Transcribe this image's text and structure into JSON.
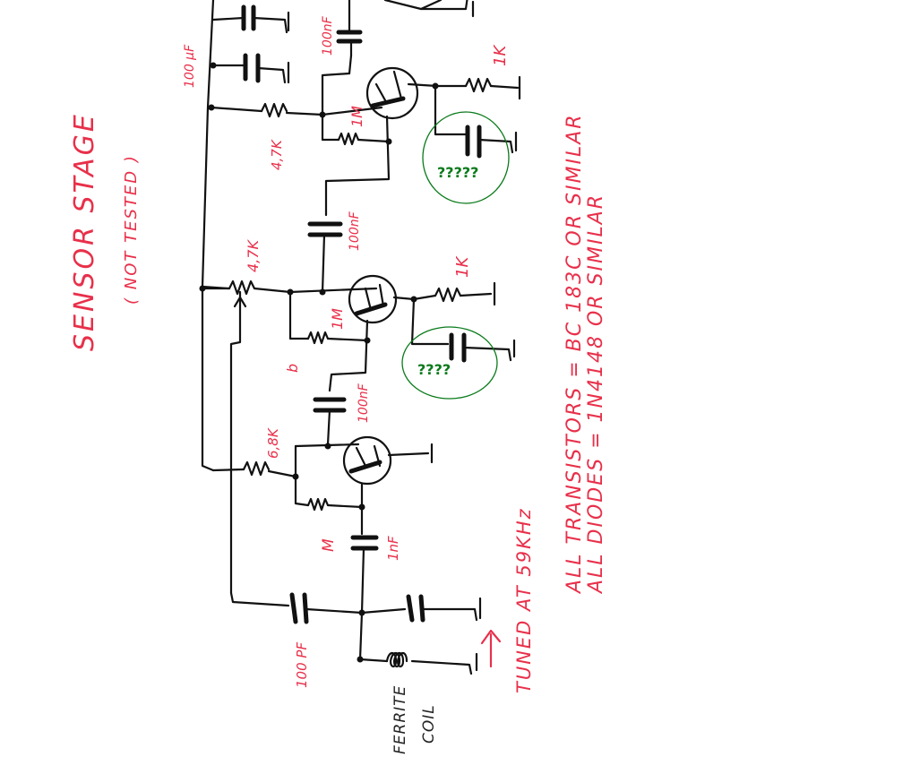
{
  "title": "SENSOR STAGE",
  "subtitle": "( NOT TESTED )",
  "labels": {
    "c_top": "100 µF",
    "c_top_right": "100nF",
    "r_1k_top": "1K",
    "r_1m_top": "1M",
    "r_4k7_top": "4,7K",
    "c_100nf_mid": "100nF",
    "r_4k7_pot": "4,7K",
    "r_1k_mid": "1K",
    "r_1m_mid": "1M",
    "c_100nf_low": "100nF",
    "r_6k8": "6,8K",
    "c_1nf": "1nF",
    "r_m": "M",
    "c_100pf": "100 PF",
    "misc_b": "b"
  },
  "notes": {
    "q1": "?????",
    "q2": "????"
  },
  "right_text": {
    "line1": "ALL TRANSISTORS = BC 183C OR SIMILAR",
    "line2": "ALL DIODES = 1N4148 OR SIMILAR"
  },
  "tuned": "TUNED AT 59KHz",
  "ferrite": {
    "line1": "FERRITE",
    "line2": "COIL"
  }
}
